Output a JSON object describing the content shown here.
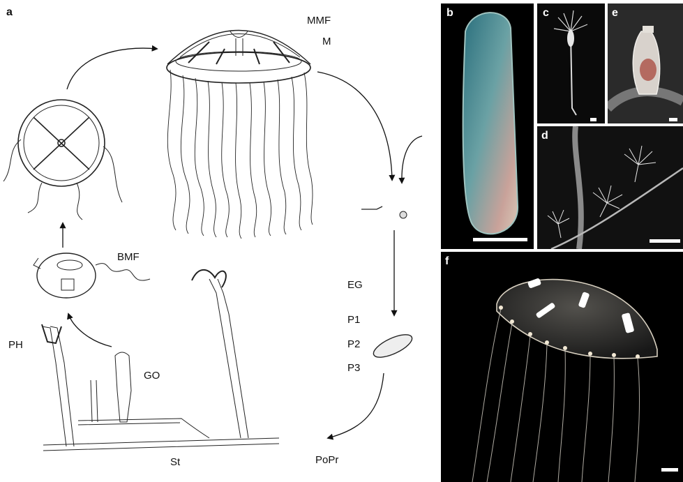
{
  "panels": {
    "a": "a",
    "b": "b",
    "c": "c",
    "d": "d",
    "e": "e",
    "f": "f"
  },
  "labels": {
    "mmf": "MMF",
    "m": "M",
    "bmf": "BMF",
    "ph": "PH",
    "go": "GO",
    "st": "St",
    "eg": "EG",
    "p1": "P1",
    "p2": "P2",
    "p3": "P3",
    "popr": "PoPr"
  },
  "colors": {
    "ink": "#111111",
    "photo_bg": "#000000",
    "planula_blue": "#3f8f9a",
    "planula_pink": "#c9a29a",
    "medusa_glow": "#d8d0c0"
  }
}
